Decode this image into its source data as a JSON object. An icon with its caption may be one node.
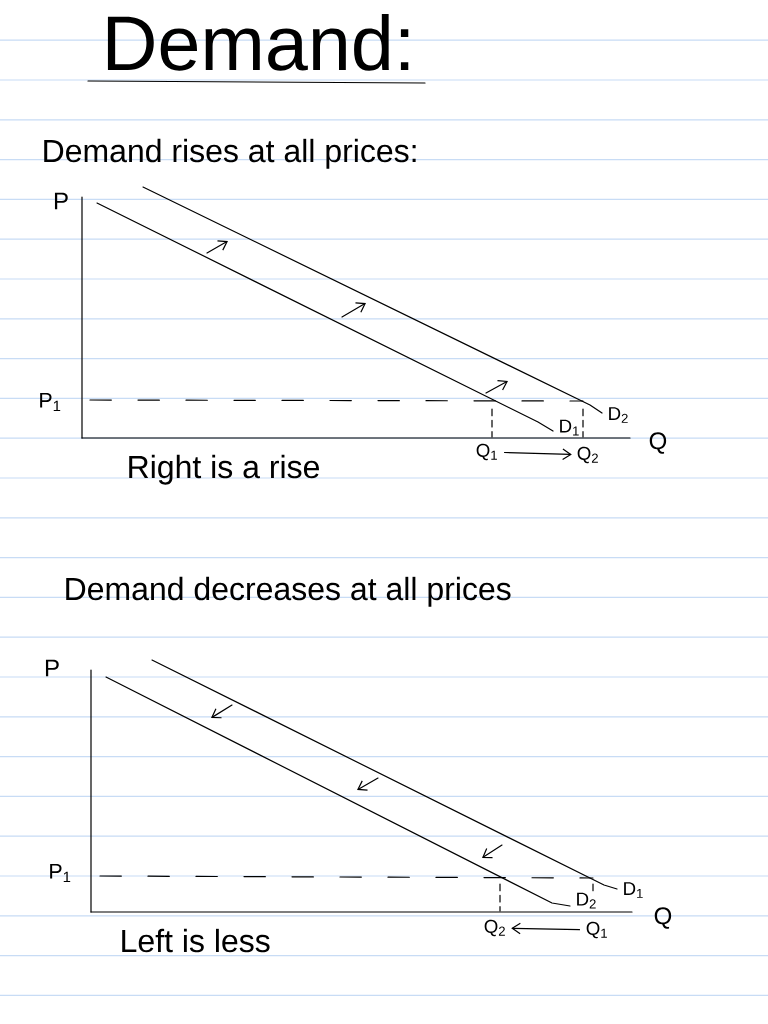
{
  "diagram": {
    "title": "Demand:",
    "nodes": [
      {
        "text": [
          "Q$_{1}$"
        ]
      },
      {
        "text": [
          "Q$_{2}$"
        ]
      },
      {
        "text": [
          "Q$_{2}$"
        ]
      },
      {
        "text": [
          "Q$_{1}$"
        ]
      }
    ],
    "edges": [
      {
        "from": 0,
        "to": 1,
        "arrow": "to"
      },
      {
        "from": 3,
        "to": 2,
        "arrow": "to"
      }
    ],
    "labels": [
      "Demand rises at all prices:",
      "P",
      "P$_{1}$",
      "D$_{2}$",
      "D$_{1}$",
      "Q",
      "Right is a rise",
      "Demand decreases at all prices",
      "P",
      "P$_{1}$",
      "D$_{1}$",
      "D$_{2}$",
      "Q",
      "Left is less"
    ]
  }
}
